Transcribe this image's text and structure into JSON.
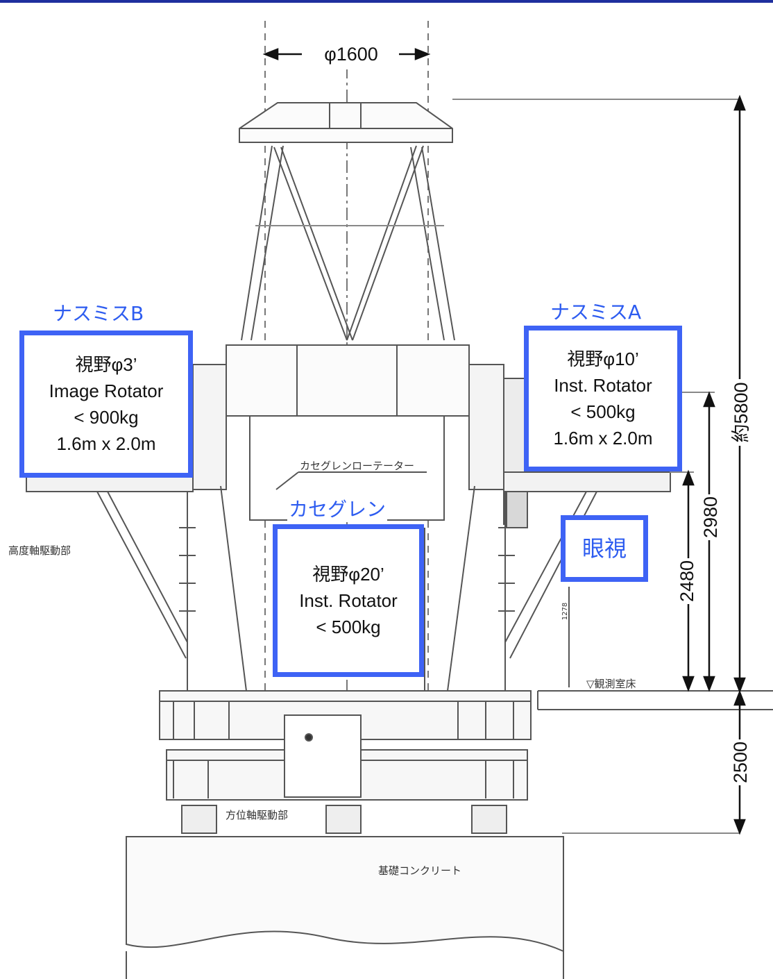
{
  "labels": {
    "top_diameter": "φ1600",
    "nasmyth_b_title": "ナスミスB",
    "nasmyth_a_title": "ナスミスA",
    "cassegrain_title": "カセグレン",
    "eye_view": "眼視",
    "cassegrain_rotator_drawn": "カセグレンローテーター",
    "altitude_drive_drawn": "高度軸駆動部",
    "azimuth_drive_drawn": "方位軸駆動部",
    "floor_drawn": "▽観測室床",
    "foundation_drawn": "基礎コンクリート",
    "small_dim_drawn": "1278"
  },
  "nasmyth_b": [
    "視野φ3’",
    "Image Rotator",
    "< 900kg",
    "1.6m x 2.0m"
  ],
  "nasmyth_a": [
    "視野φ10’",
    "Inst. Rotator",
    "< 500kg",
    "1.6m x 2.0m"
  ],
  "cassegrain": [
    "視野φ20’",
    "Inst. Rotator",
    "< 500kg"
  ],
  "dimensions": {
    "total_height": "約5800",
    "nasmyth_a_height": "2980",
    "nasmyth_b_height": "2480",
    "pier_height": "2500"
  },
  "colors": {
    "accent_blue": "#3e63f5",
    "title_blue": "#2d5cf0",
    "line_drawing": "#555555"
  }
}
